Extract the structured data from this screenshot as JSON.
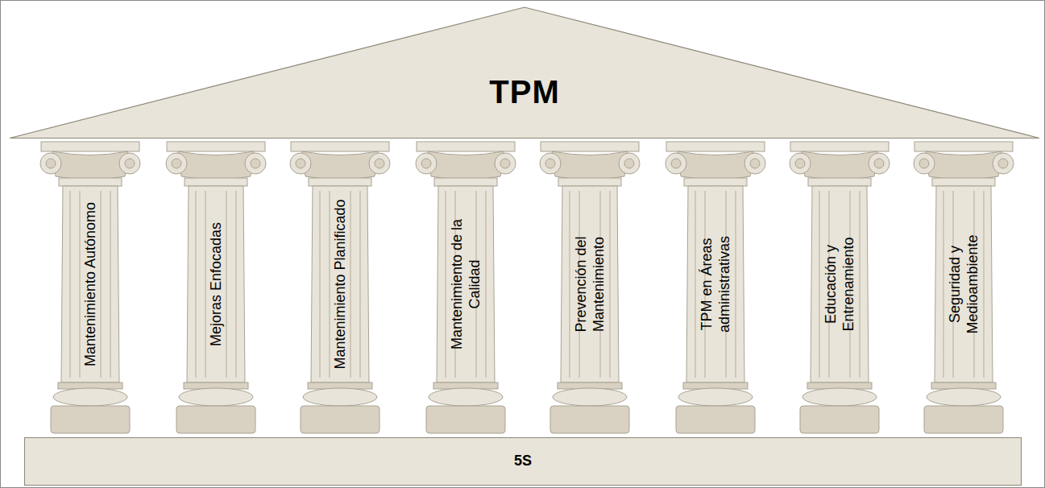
{
  "diagram": {
    "nodes": [
      {
        "text": [
          "TPM"
        ]
      },
      {
        "text": [
          "Mantenimiento Autónomo"
        ]
      },
      {
        "text": [
          "Mejoras Enfocadas"
        ]
      },
      {
        "text": [
          "Mantenimiento Planificado"
        ]
      },
      {
        "text": [
          "Mantenimiento de la Calidad"
        ]
      },
      {
        "text": [
          "Prevención del Mantenimiento"
        ]
      },
      {
        "text": [
          "TPM en Áreas administrativas"
        ]
      },
      {
        "text": [
          "Educación y Entrenamiento"
        ]
      },
      {
        "text": [
          "Seguridad y Medioambiente"
        ]
      },
      {
        "text": [
          "5S"
        ]
      }
    ]
  }
}
